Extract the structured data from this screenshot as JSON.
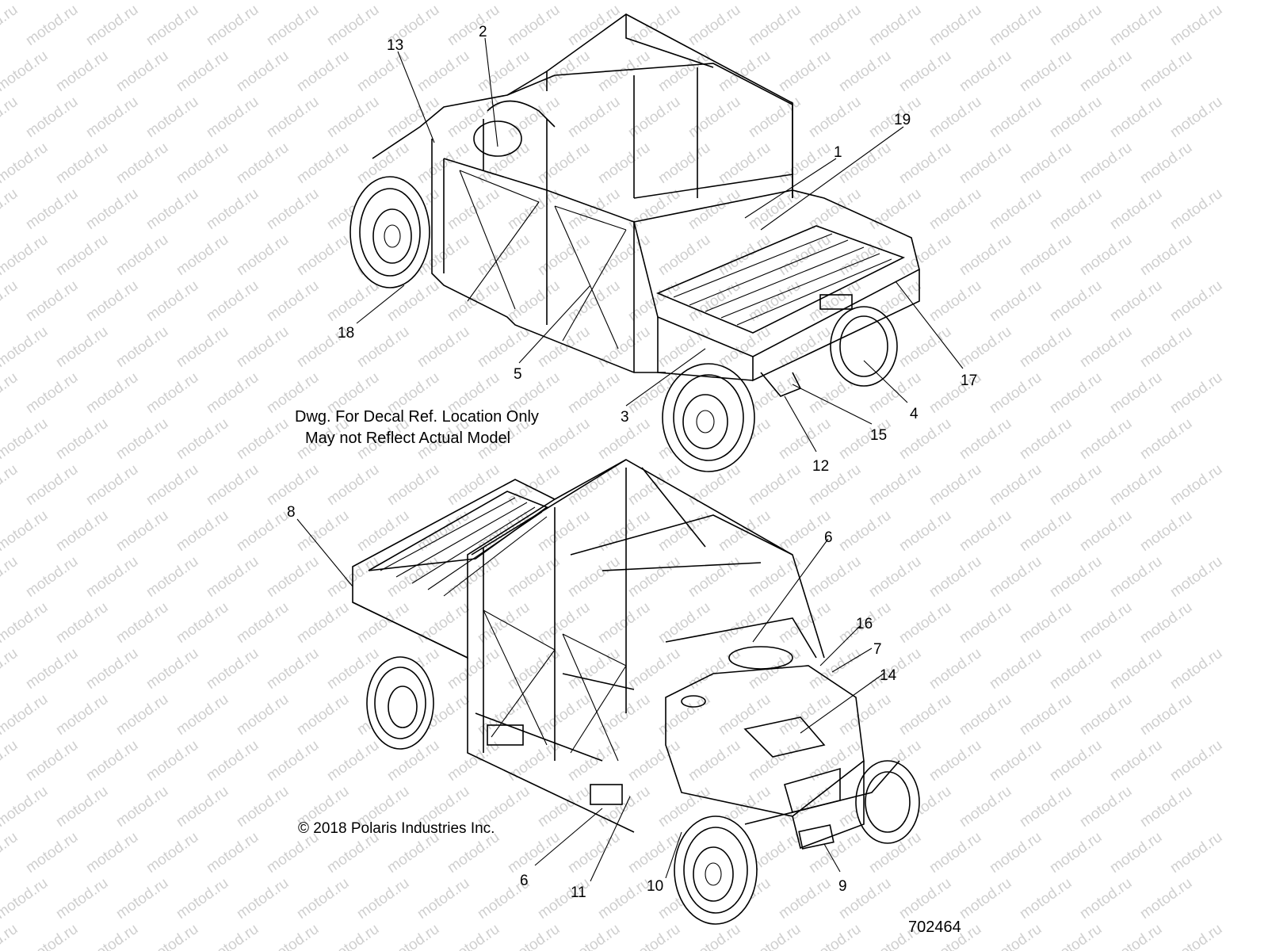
{
  "watermark": {
    "text": "motod.ru",
    "color": "#cfcfcf"
  },
  "notes": {
    "line1": "Dwg. For Decal Ref. Location Only",
    "line2": "May not Reflect Actual Model",
    "copyright": "© 2018 Polaris Industries Inc.",
    "drawing_number": "702464"
  },
  "callouts_top": [
    "13",
    "2",
    "19",
    "1",
    "18",
    "5",
    "3",
    "17",
    "4",
    "15",
    "12"
  ],
  "callouts_bottom": [
    "8",
    "6",
    "16",
    "7",
    "14",
    "6",
    "11",
    "10",
    "9"
  ],
  "colors": {
    "line": "#000000",
    "background": "#ffffff"
  }
}
